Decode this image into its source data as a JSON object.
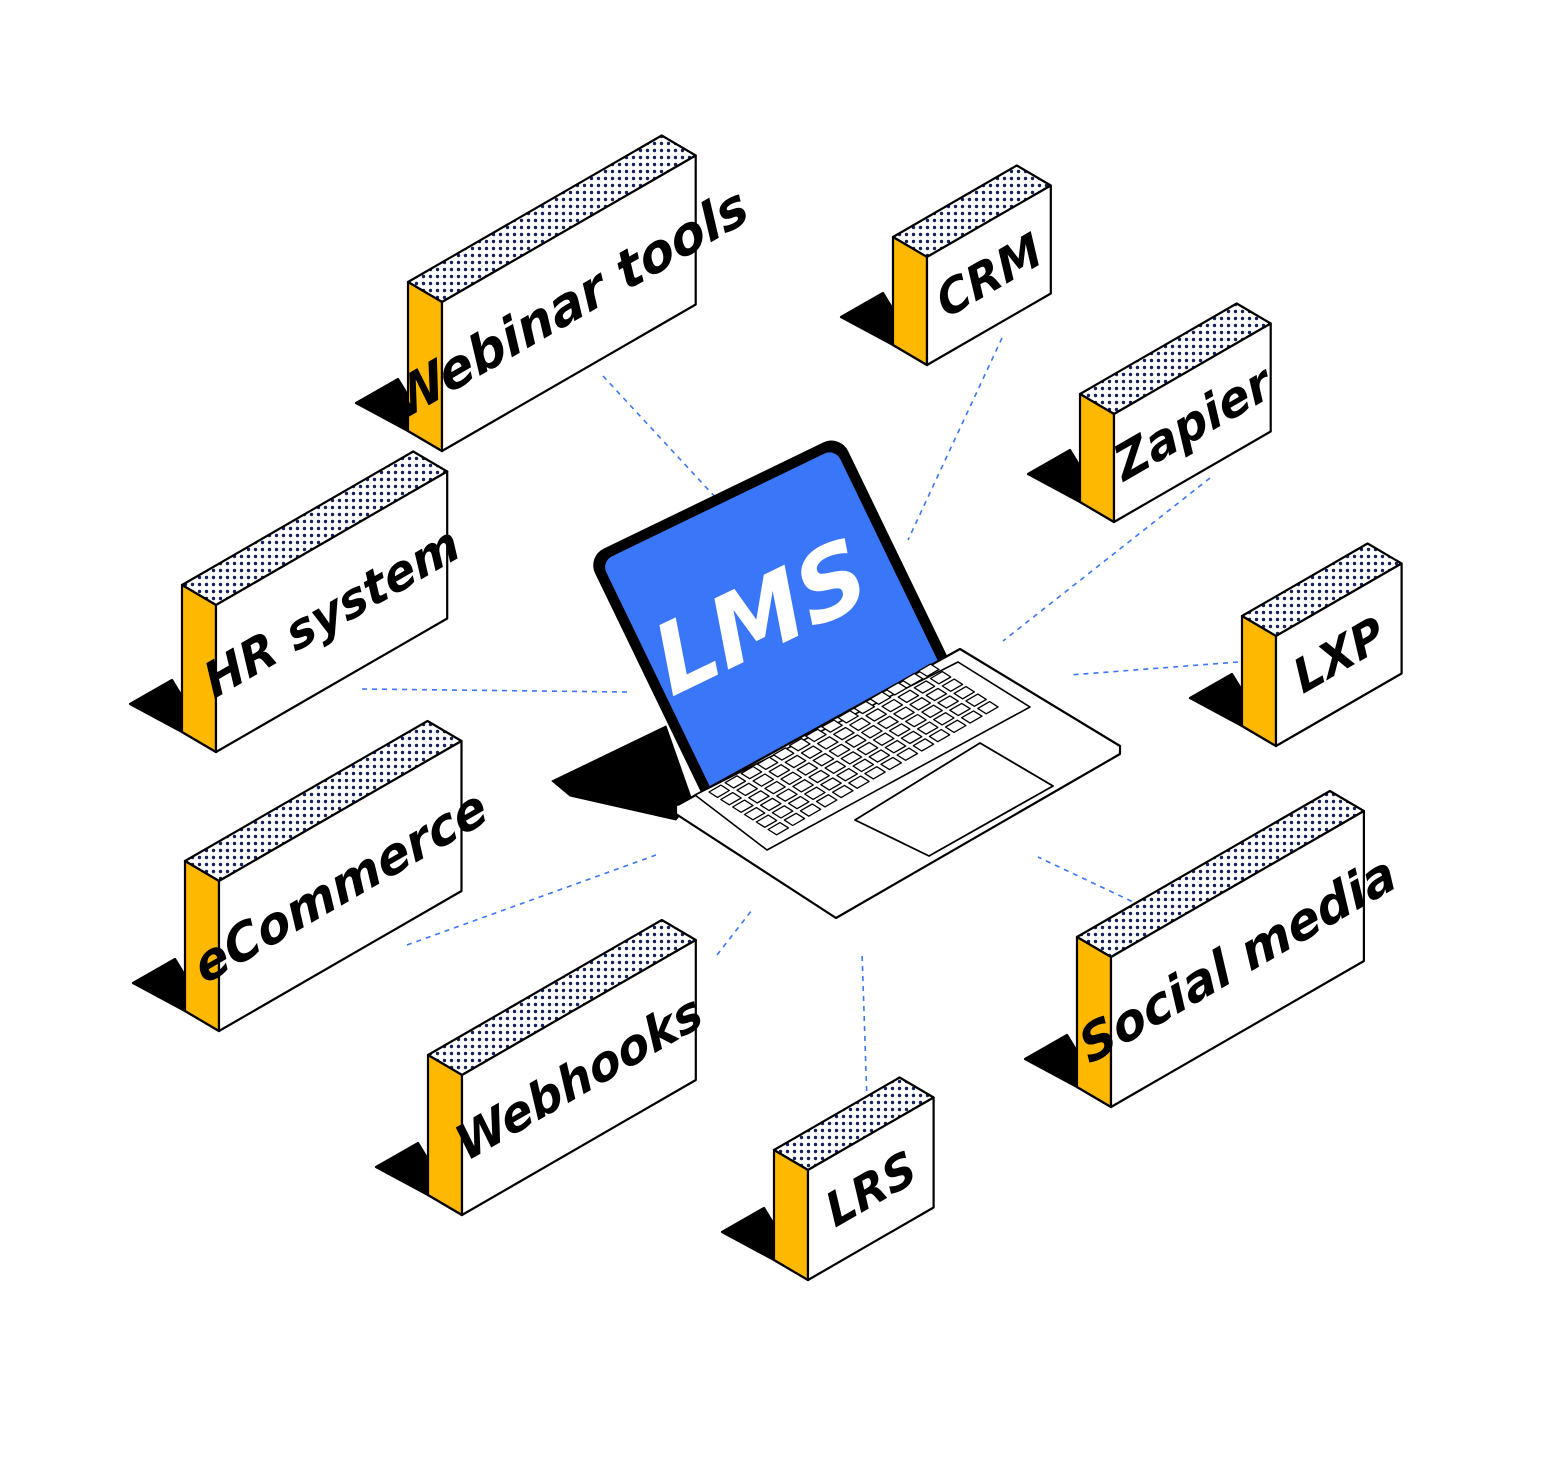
{
  "center": {
    "label": "LMS"
  },
  "nodes": [
    {
      "id": "webinar-tools",
      "label": "Webinar tools"
    },
    {
      "id": "crm",
      "label": "CRM"
    },
    {
      "id": "zapier",
      "label": "Zapier"
    },
    {
      "id": "hr-system",
      "label": "HR system"
    },
    {
      "id": "lxp",
      "label": "LXP"
    },
    {
      "id": "ecommerce",
      "label": "eCommerce"
    },
    {
      "id": "social-media",
      "label": "Social media"
    },
    {
      "id": "webhooks",
      "label": "Webhooks"
    },
    {
      "id": "lrs",
      "label": "LRS"
    }
  ],
  "colors": {
    "screen": "#3a76f8",
    "accent": "#ffb800",
    "connector": "#3a76f8",
    "dots": "#15215b",
    "outline": "#000000",
    "paper": "#ffffff"
  }
}
